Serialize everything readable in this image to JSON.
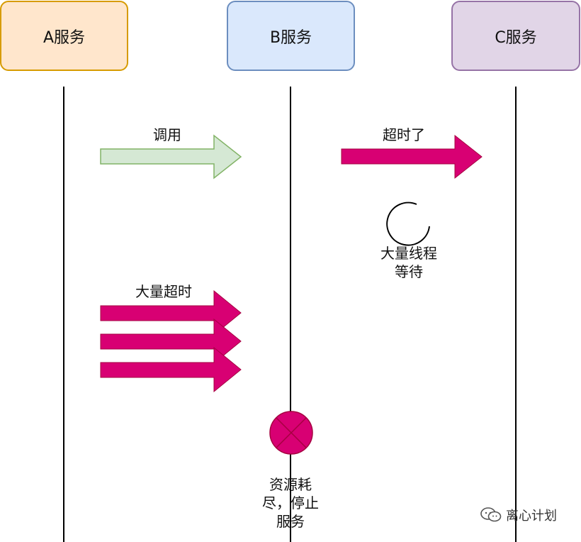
{
  "services": {
    "a": {
      "label": "A服务",
      "fill": "#FFE6CC",
      "stroke": "#D79B00"
    },
    "b": {
      "label": "B服务",
      "fill": "#DAE8FC",
      "stroke": "#6C8EBF"
    },
    "c": {
      "label": "C服务",
      "fill": "#E1D5E7",
      "stroke": "#9673A6"
    }
  },
  "labels": {
    "call": "调用",
    "timeout": "超时了",
    "threads_waiting_1": "大量线程",
    "threads_waiting_2": "等待",
    "mass_timeout": "大量超时",
    "resource_1": "资源耗",
    "resource_2": "尽，停止",
    "resource_3": "服务"
  },
  "colors": {
    "call_arrow_fill": "#D5E8D4",
    "call_arrow_stroke": "#82B366",
    "timeout_arrow": "#D80073",
    "timeout_arrow_stroke": "#A50040"
  },
  "watermark": {
    "text": "离心计划",
    "icon": "wechat-icon"
  }
}
